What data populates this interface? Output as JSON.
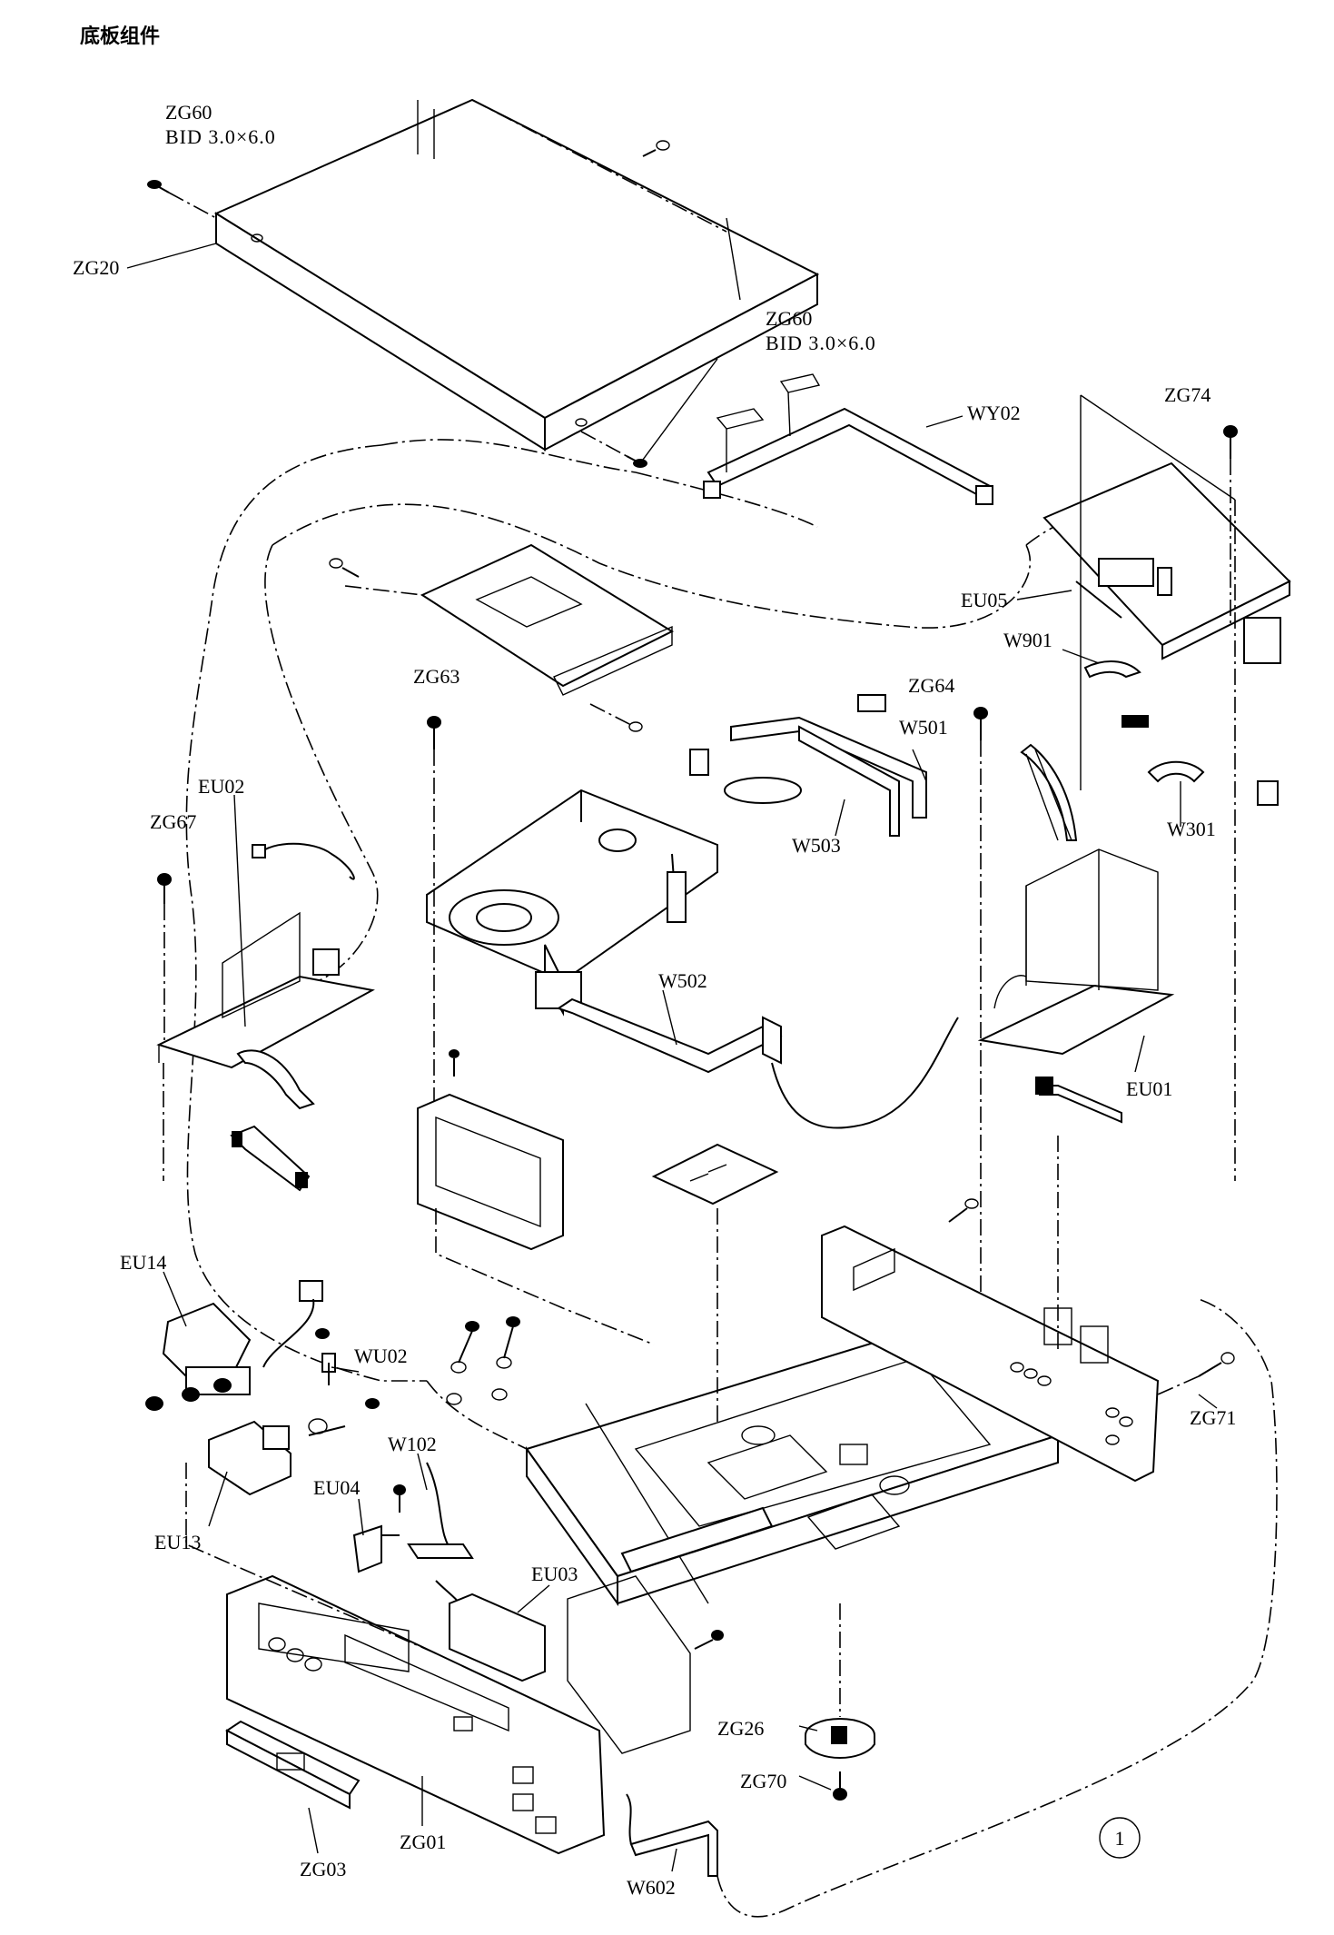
{
  "page_title": "底板组件",
  "figure_number": "1",
  "labels": {
    "zg60_top": "ZG60",
    "zg60_top_spec": "BID 3.0×6.0",
    "zg20": "ZG20",
    "zg60_mid": "ZG60",
    "zg60_mid_spec": "BID 3.0×6.0",
    "wy02": "WY02",
    "zg74": "ZG74",
    "eu05": "EU05",
    "w901": "W901",
    "zg63": "ZG63",
    "zg64": "ZG64",
    "w501": "W501",
    "eu02": "EU02",
    "zg67": "ZG67",
    "w503": "W503",
    "w301": "W301",
    "w502": "W502",
    "eu01": "EU01",
    "eu14": "EU14",
    "wu02": "WU02",
    "zg71": "ZG71",
    "w102": "W102",
    "eu04": "EU04",
    "eu13": "EU13",
    "eu03": "EU03",
    "zg26": "ZG26",
    "zg70": "ZG70",
    "zg01": "ZG01",
    "zg03": "ZG03",
    "w602": "W602"
  }
}
